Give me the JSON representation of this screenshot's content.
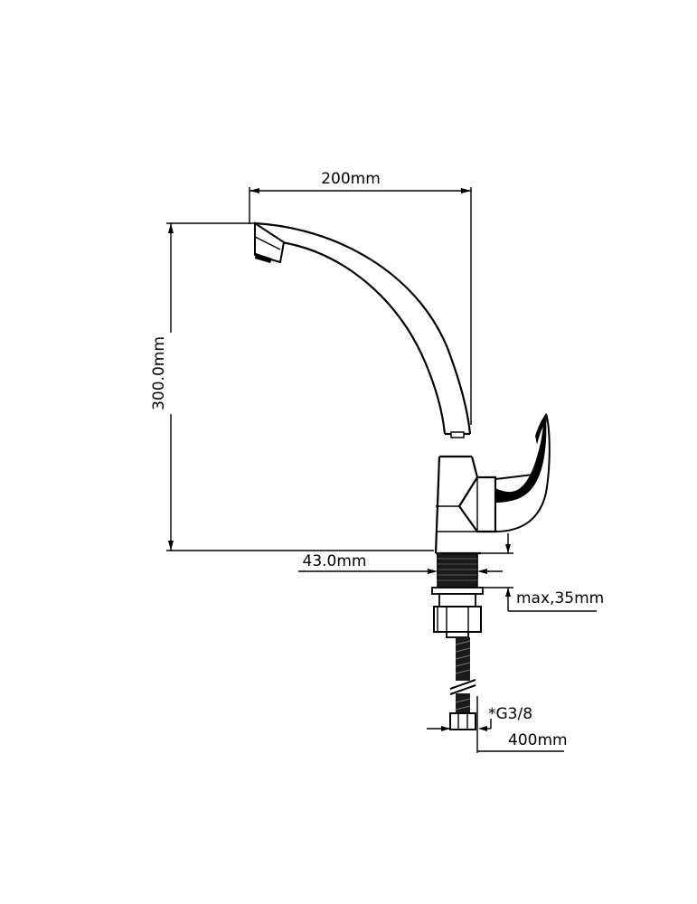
{
  "dimensions": {
    "width_label": "200mm",
    "height_label": "300.0mm",
    "base_diameter_label": "43.0mm",
    "max_thickness_label": "max,35mm",
    "thread_label": "*G3/8",
    "hose_length_label": "400mm"
  },
  "colors": {
    "line": "#000000",
    "background": "#ffffff"
  }
}
